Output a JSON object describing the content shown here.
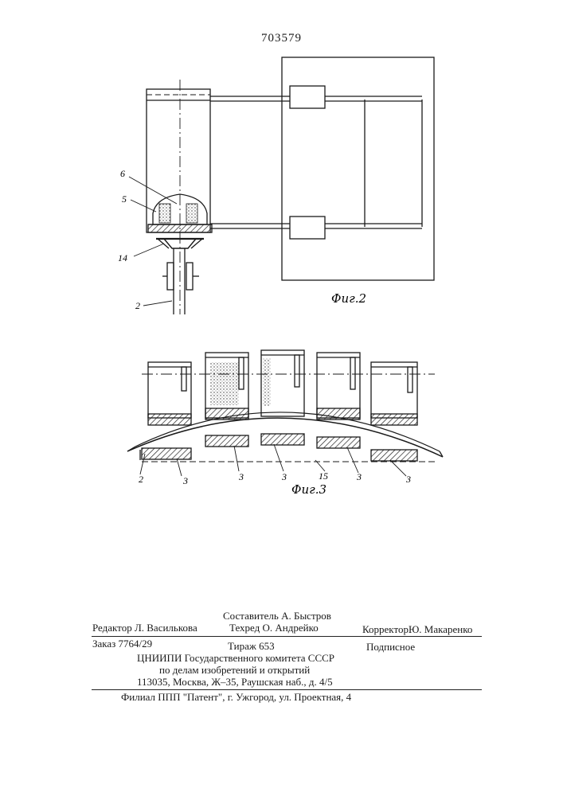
{
  "document": {
    "patent_number": "703579"
  },
  "fig2": {
    "caption": "Фиг.2",
    "labels": {
      "l6": "6",
      "l5": "5",
      "l14": "14",
      "l2": "2"
    }
  },
  "fig3": {
    "caption": "Фиг.3",
    "labels": {
      "l2": "2",
      "l3a": "3",
      "l3b": "3",
      "l3c": "3",
      "l15": "15",
      "l3d": "3",
      "l3e": "3"
    }
  },
  "imprint": {
    "compiler": "Составитель А. Быстров",
    "editor": "Редактор Л. Василькова",
    "techred": "Техред О. Андрейко",
    "corrector": "КорректорЮ. Макаренко",
    "order": "Заказ 7764/29",
    "circulation": "Тираж 653",
    "subscription": "Подписное",
    "org_line1": "ЦНИИПИ Государственного комитета СССР",
    "org_line2": "по делам изобретений и открытий",
    "address": "113035, Москва, Ж–35, Раушская наб., д. 4/5",
    "branch": "Филиал ППП \"Патент\", г. Ужгород, ул. Проектная, 4"
  }
}
